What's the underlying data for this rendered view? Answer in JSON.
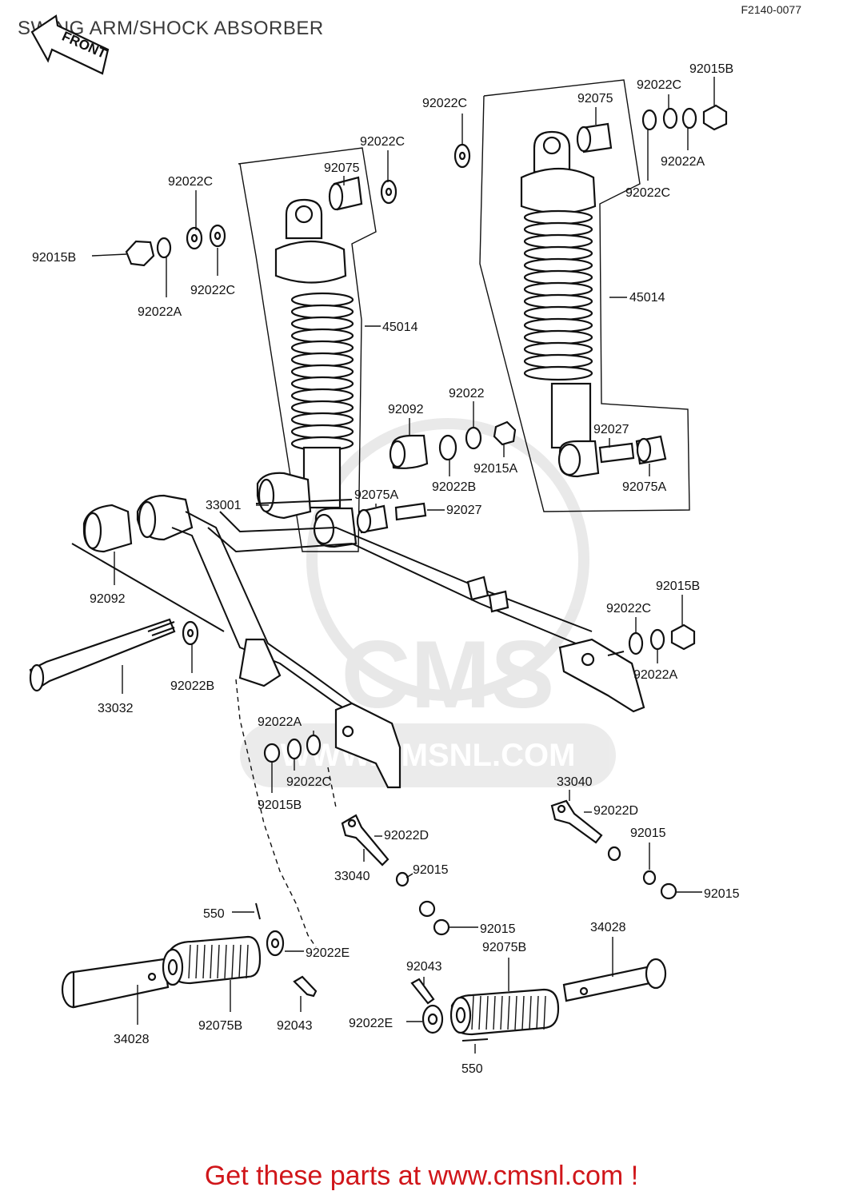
{
  "header": {
    "title": "SWING ARM/SHOCK ABSORBER",
    "drawing_code": "F2140-0077"
  },
  "orientation_label": "FRONT",
  "watermark": {
    "logo_text": "CMS",
    "url_text": "WWW.CMSNL.COM"
  },
  "footer": {
    "link_text": "Get these parts at www.cmsnl.com !",
    "link_color": "#d0161a"
  },
  "callouts": [
    {
      "id": "c01",
      "label": "92022C"
    },
    {
      "id": "c02",
      "label": "92015B"
    },
    {
      "id": "c03",
      "label": "92022C"
    },
    {
      "id": "c04",
      "label": "92075"
    },
    {
      "id": "c05",
      "label": "92022C"
    },
    {
      "id": "c06",
      "label": "92022A"
    },
    {
      "id": "c07",
      "label": "92022C"
    },
    {
      "id": "c08",
      "label": "45014"
    },
    {
      "id": "c09",
      "label": "92022C"
    },
    {
      "id": "c10",
      "label": "92022C"
    },
    {
      "id": "c11",
      "label": "92015B"
    },
    {
      "id": "c12",
      "label": "92075"
    },
    {
      "id": "c13",
      "label": "92015B"
    },
    {
      "id": "c14",
      "label": "92022A"
    },
    {
      "id": "c15",
      "label": "92022A"
    },
    {
      "id": "c16",
      "label": "92022C"
    },
    {
      "id": "c17",
      "label": "45014"
    },
    {
      "id": "c18",
      "label": "92022"
    },
    {
      "id": "c19",
      "label": "92092"
    },
    {
      "id": "c20",
      "label": "92015A"
    },
    {
      "id": "c21",
      "label": "92022B"
    },
    {
      "id": "c22",
      "label": "92027"
    },
    {
      "id": "c23",
      "label": "92075A"
    },
    {
      "id": "c24",
      "label": "33001"
    },
    {
      "id": "c25",
      "label": "92075A"
    },
    {
      "id": "c26",
      "label": "92027"
    },
    {
      "id": "c27",
      "label": "92092"
    },
    {
      "id": "c28",
      "label": "92015B"
    },
    {
      "id": "c29",
      "label": "92022C"
    },
    {
      "id": "c30",
      "label": "92022A"
    },
    {
      "id": "c31",
      "label": "33032"
    },
    {
      "id": "c32",
      "label": "92022B"
    },
    {
      "id": "c33",
      "label": "92022A"
    },
    {
      "id": "c34",
      "label": "92022C"
    },
    {
      "id": "c35",
      "label": "92015B"
    },
    {
      "id": "c36",
      "label": "33040"
    },
    {
      "id": "c37",
      "label": "92022D"
    },
    {
      "id": "c38",
      "label": "92015"
    },
    {
      "id": "c39",
      "label": "92022D"
    },
    {
      "id": "c40",
      "label": "33040"
    },
    {
      "id": "c41",
      "label": "92015"
    },
    {
      "id": "c42",
      "label": "92015"
    },
    {
      "id": "c43",
      "label": "550"
    },
    {
      "id": "c44",
      "label": "92015"
    },
    {
      "id": "c45",
      "label": "92022E"
    },
    {
      "id": "c46",
      "label": "34028"
    },
    {
      "id": "c47",
      "label": "92043"
    },
    {
      "id": "c48",
      "label": "92075B"
    },
    {
      "id": "c49",
      "label": "34028"
    },
    {
      "id": "c50",
      "label": "92075B"
    },
    {
      "id": "c51",
      "label": "92043"
    },
    {
      "id": "c52",
      "label": "92022E"
    },
    {
      "id": "c53",
      "label": "550"
    }
  ]
}
